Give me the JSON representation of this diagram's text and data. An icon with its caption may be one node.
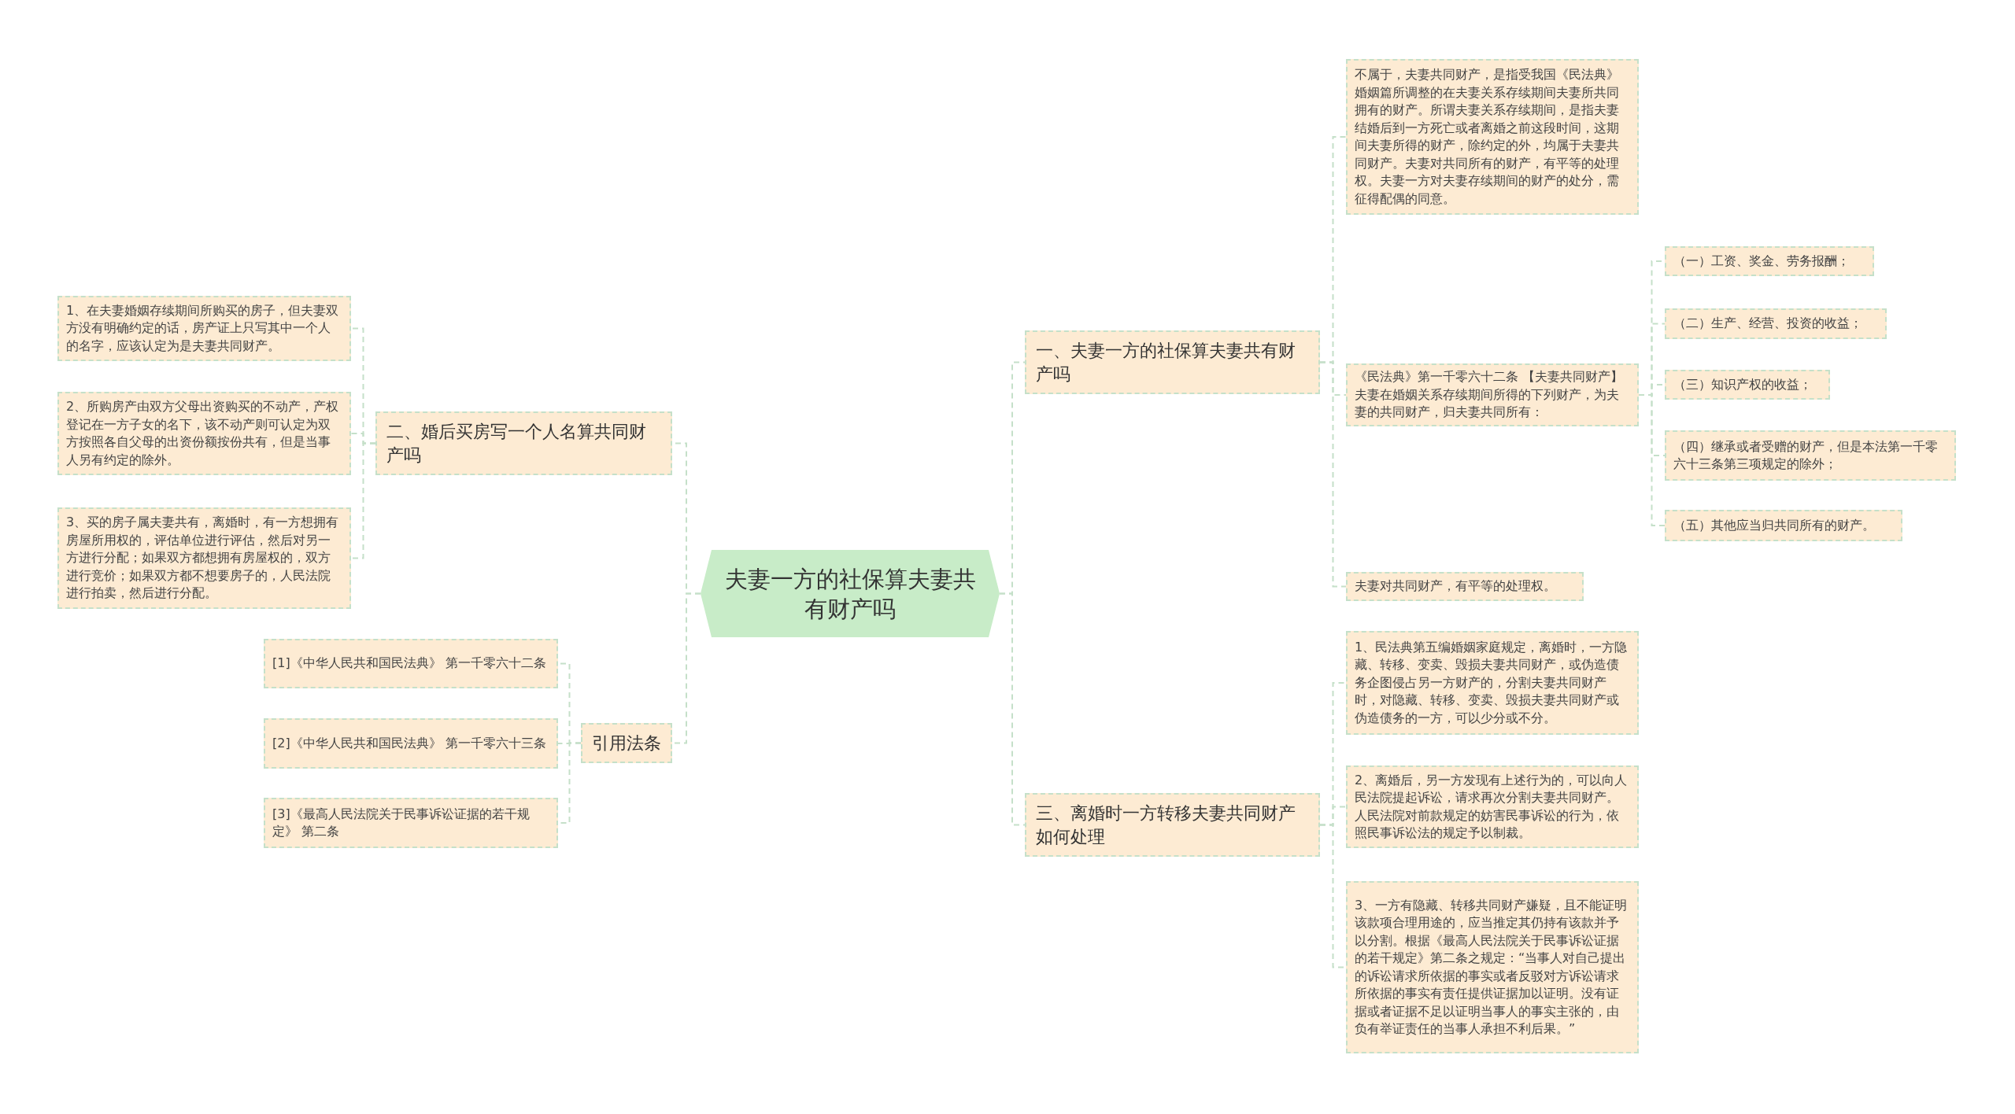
{
  "diagram": {
    "nodes": [
      {
        "text": [
          "夫妻一方的社保算夫妻共有财产吗"
        ]
      },
      {
        "text": [
          "一、夫妻一方的社保算夫妻共有财产吗"
        ]
      },
      {
        "text": [
          "不属于，夫妻共同财产，是指受我国《民法典》婚姻篇所调整的在夫妻关系存续期间夫妻所共同拥有的财产。所谓夫妻关系存续期间，是指夫妻结婚后到一方死亡或者离婚之前这段时间，这期间夫妻所得的财产，除约定的外，均属于夫妻共同财产。夫妻对共同所有的财产，有平等的处理权。夫妻一方对夫妻存续期间的财产的处分，需征得配偶的同意。"
        ]
      },
      {
        "text": [
          "《民法典》第一千零六十二条 【夫妻共同财产】夫妻在婚姻关系存续期间所得的下列财产，为夫妻的共同财产，归夫妻共同所有："
        ]
      },
      {
        "text": [
          "（一）工资、奖金、劳务报酬；"
        ]
      },
      {
        "text": [
          "（二）生产、经营、投资的收益；"
        ]
      },
      {
        "text": [
          "（三）知识产权的收益；"
        ]
      },
      {
        "text": [
          "（四）继承或者受赠的财产，但是本法第一千零六十三条第三项规定的除外；"
        ]
      },
      {
        "text": [
          "（五）其他应当归共同所有的财产。"
        ]
      },
      {
        "text": [
          "夫妻对共同财产，有平等的处理权。"
        ]
      },
      {
        "text": [
          "三、离婚时一方转移夫妻共同财产如何处理"
        ]
      },
      {
        "text": [
          "1、民法典第五编婚姻家庭规定，离婚时，一方隐藏、转移、变卖、毁损夫妻共同财产，或伪造债务企图侵占另一方财产的，分割夫妻共同财产时，对隐藏、转移、变卖、毁损夫妻共同财产或伪造债务的一方，可以少分或不分。"
        ]
      },
      {
        "text": [
          "2、离婚后，另一方发现有上述行为的，可以向人民法院提起诉讼，请求再次分割夫妻共同财产。人民法院对前款规定的妨害民事诉讼的行为，依照民事诉讼法的规定予以制裁。"
        ]
      },
      {
        "text": [
          "3、一方有隐藏、转移共同财产嫌疑，且不能证明该款项合理用途的，应当推定其仍持有该款并予以分割。根据《最高人民法院关于民事诉讼证据的若干规定》第二条之规定：“当事人对自己提出的诉讼请求所依据的事实或者反驳对方诉讼请求所依据的事实有责任提供证据加以证明。没有证据或者证据不足以证明当事人的事实主张的，由负有举证责任的当事人承担不利后果。”"
        ]
      },
      {
        "text": [
          "二、婚后买房写一个人名算共同财产吗"
        ]
      },
      {
        "text": [
          "1、在夫妻婚姻存续期间所购买的房子，但夫妻双方没有明确约定的话，房产证上只写其中一个人的名字，应该认定为是夫妻共同财产。"
        ]
      },
      {
        "text": [
          "2、所购房产由双方父母出资购买的不动产，产权登记在一方子女的名下，该不动产则可认定为双方按照各自父母的出资份额按份共有，但是当事人另有约定的除外。"
        ]
      },
      {
        "text": [
          "3、买的房子属夫妻共有，离婚时，有一方想拥有房屋所用权的，评估单位进行评估，然后对另一方进行分配；如果双方都想拥有房屋权的，双方进行竞价；如果双方都不想要房子的，人民法院进行拍卖，然后进行分配。"
        ]
      },
      {
        "text": [
          "引用法条"
        ]
      },
      {
        "text": [
          "[1]《中华人民共和国民法典》 第一千零六十二条"
        ]
      },
      {
        "text": [
          "[2]《中华人民共和国民法典》 第一千零六十三条"
        ]
      },
      {
        "text": [
          "[3]《最高人民法院关于民事诉讼证据的若干规定》 第二条"
        ]
      }
    ],
    "edges": [
      {
        "from": 0,
        "to": 1,
        "arrow": "none"
      },
      {
        "from": 1,
        "to": 2,
        "arrow": "none"
      },
      {
        "from": 1,
        "to": 3,
        "arrow": "none"
      },
      {
        "from": 3,
        "to": 4,
        "arrow": "none"
      },
      {
        "from": 3,
        "to": 5,
        "arrow": "none"
      },
      {
        "from": 3,
        "to": 6,
        "arrow": "none"
      },
      {
        "from": 3,
        "to": 7,
        "arrow": "none"
      },
      {
        "from": 3,
        "to": 8,
        "arrow": "none"
      },
      {
        "from": 1,
        "to": 9,
        "arrow": "none"
      },
      {
        "from": 0,
        "to": 10,
        "arrow": "none"
      },
      {
        "from": 10,
        "to": 11,
        "arrow": "none"
      },
      {
        "from": 10,
        "to": 12,
        "arrow": "none"
      },
      {
        "from": 10,
        "to": 13,
        "arrow": "none"
      },
      {
        "from": 0,
        "to": 14,
        "arrow": "none"
      },
      {
        "from": 14,
        "to": 15,
        "arrow": "none"
      },
      {
        "from": 14,
        "to": 16,
        "arrow": "none"
      },
      {
        "from": 14,
        "to": 17,
        "arrow": "none"
      },
      {
        "from": 0,
        "to": 18,
        "arrow": "none"
      },
      {
        "from": 18,
        "to": 19,
        "arrow": "none"
      },
      {
        "from": 18,
        "to": 20,
        "arrow": "none"
      },
      {
        "from": 18,
        "to": 21,
        "arrow": "none"
      }
    ]
  }
}
